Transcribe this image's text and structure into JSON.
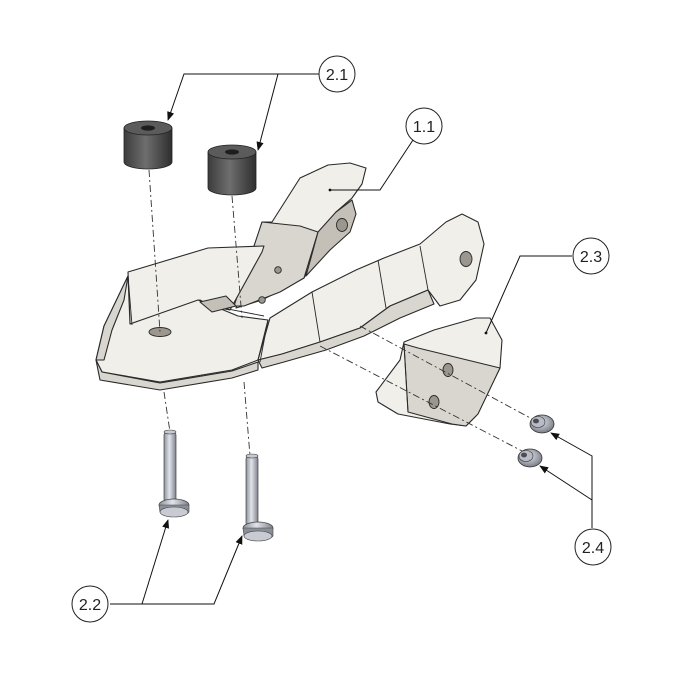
{
  "diagram": {
    "callouts": {
      "c21": "2.1",
      "c11": "1.1",
      "c23": "2.3",
      "c24": "2.4",
      "c22": "2.2"
    }
  }
}
